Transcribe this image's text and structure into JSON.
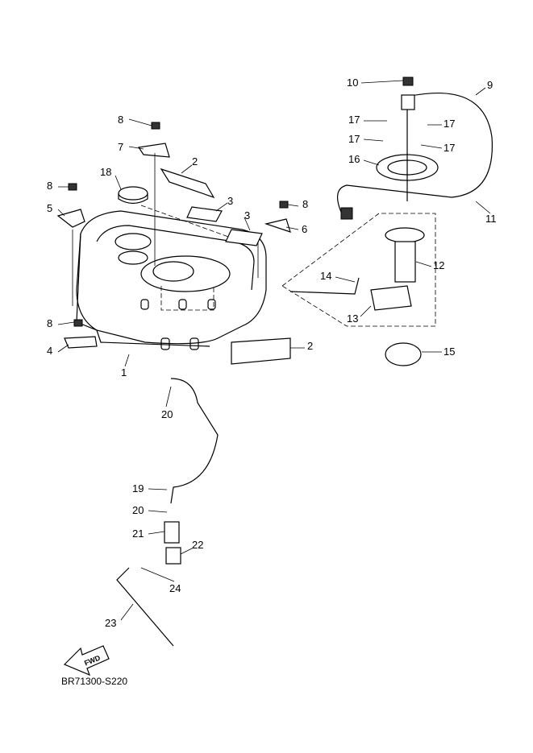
{
  "diagram_code": "BR71300-S220",
  "fwd_label": "FWD",
  "callouts": [
    {
      "id": "c10",
      "num": "10"
    },
    {
      "id": "c9",
      "num": "9"
    },
    {
      "id": "c17a",
      "num": "17"
    },
    {
      "id": "c17b",
      "num": "17"
    },
    {
      "id": "c17c",
      "num": "17"
    },
    {
      "id": "c17d",
      "num": "17"
    },
    {
      "id": "c16",
      "num": "16"
    },
    {
      "id": "c11",
      "num": "11"
    },
    {
      "id": "c12",
      "num": "12"
    },
    {
      "id": "c14",
      "num": "14"
    },
    {
      "id": "c13",
      "num": "13"
    },
    {
      "id": "c15",
      "num": "15"
    },
    {
      "id": "c8a",
      "num": "8"
    },
    {
      "id": "c7",
      "num": "7"
    },
    {
      "id": "c2a",
      "num": "2"
    },
    {
      "id": "c18",
      "num": "18"
    },
    {
      "id": "c3a",
      "num": "3"
    },
    {
      "id": "c3b",
      "num": "3"
    },
    {
      "id": "c8b",
      "num": "8"
    },
    {
      "id": "c5",
      "num": "5"
    },
    {
      "id": "c8c",
      "num": "8"
    },
    {
      "id": "c6",
      "num": "6"
    },
    {
      "id": "c8d",
      "num": "8"
    },
    {
      "id": "c4",
      "num": "4"
    },
    {
      "id": "c1",
      "num": "1"
    },
    {
      "id": "c2b",
      "num": "2"
    },
    {
      "id": "c20a",
      "num": "20"
    },
    {
      "id": "c19",
      "num": "19"
    },
    {
      "id": "c20b",
      "num": "20"
    },
    {
      "id": "c21",
      "num": "21"
    },
    {
      "id": "c22",
      "num": "22"
    },
    {
      "id": "c24",
      "num": "24"
    },
    {
      "id": "c23",
      "num": "23"
    }
  ]
}
